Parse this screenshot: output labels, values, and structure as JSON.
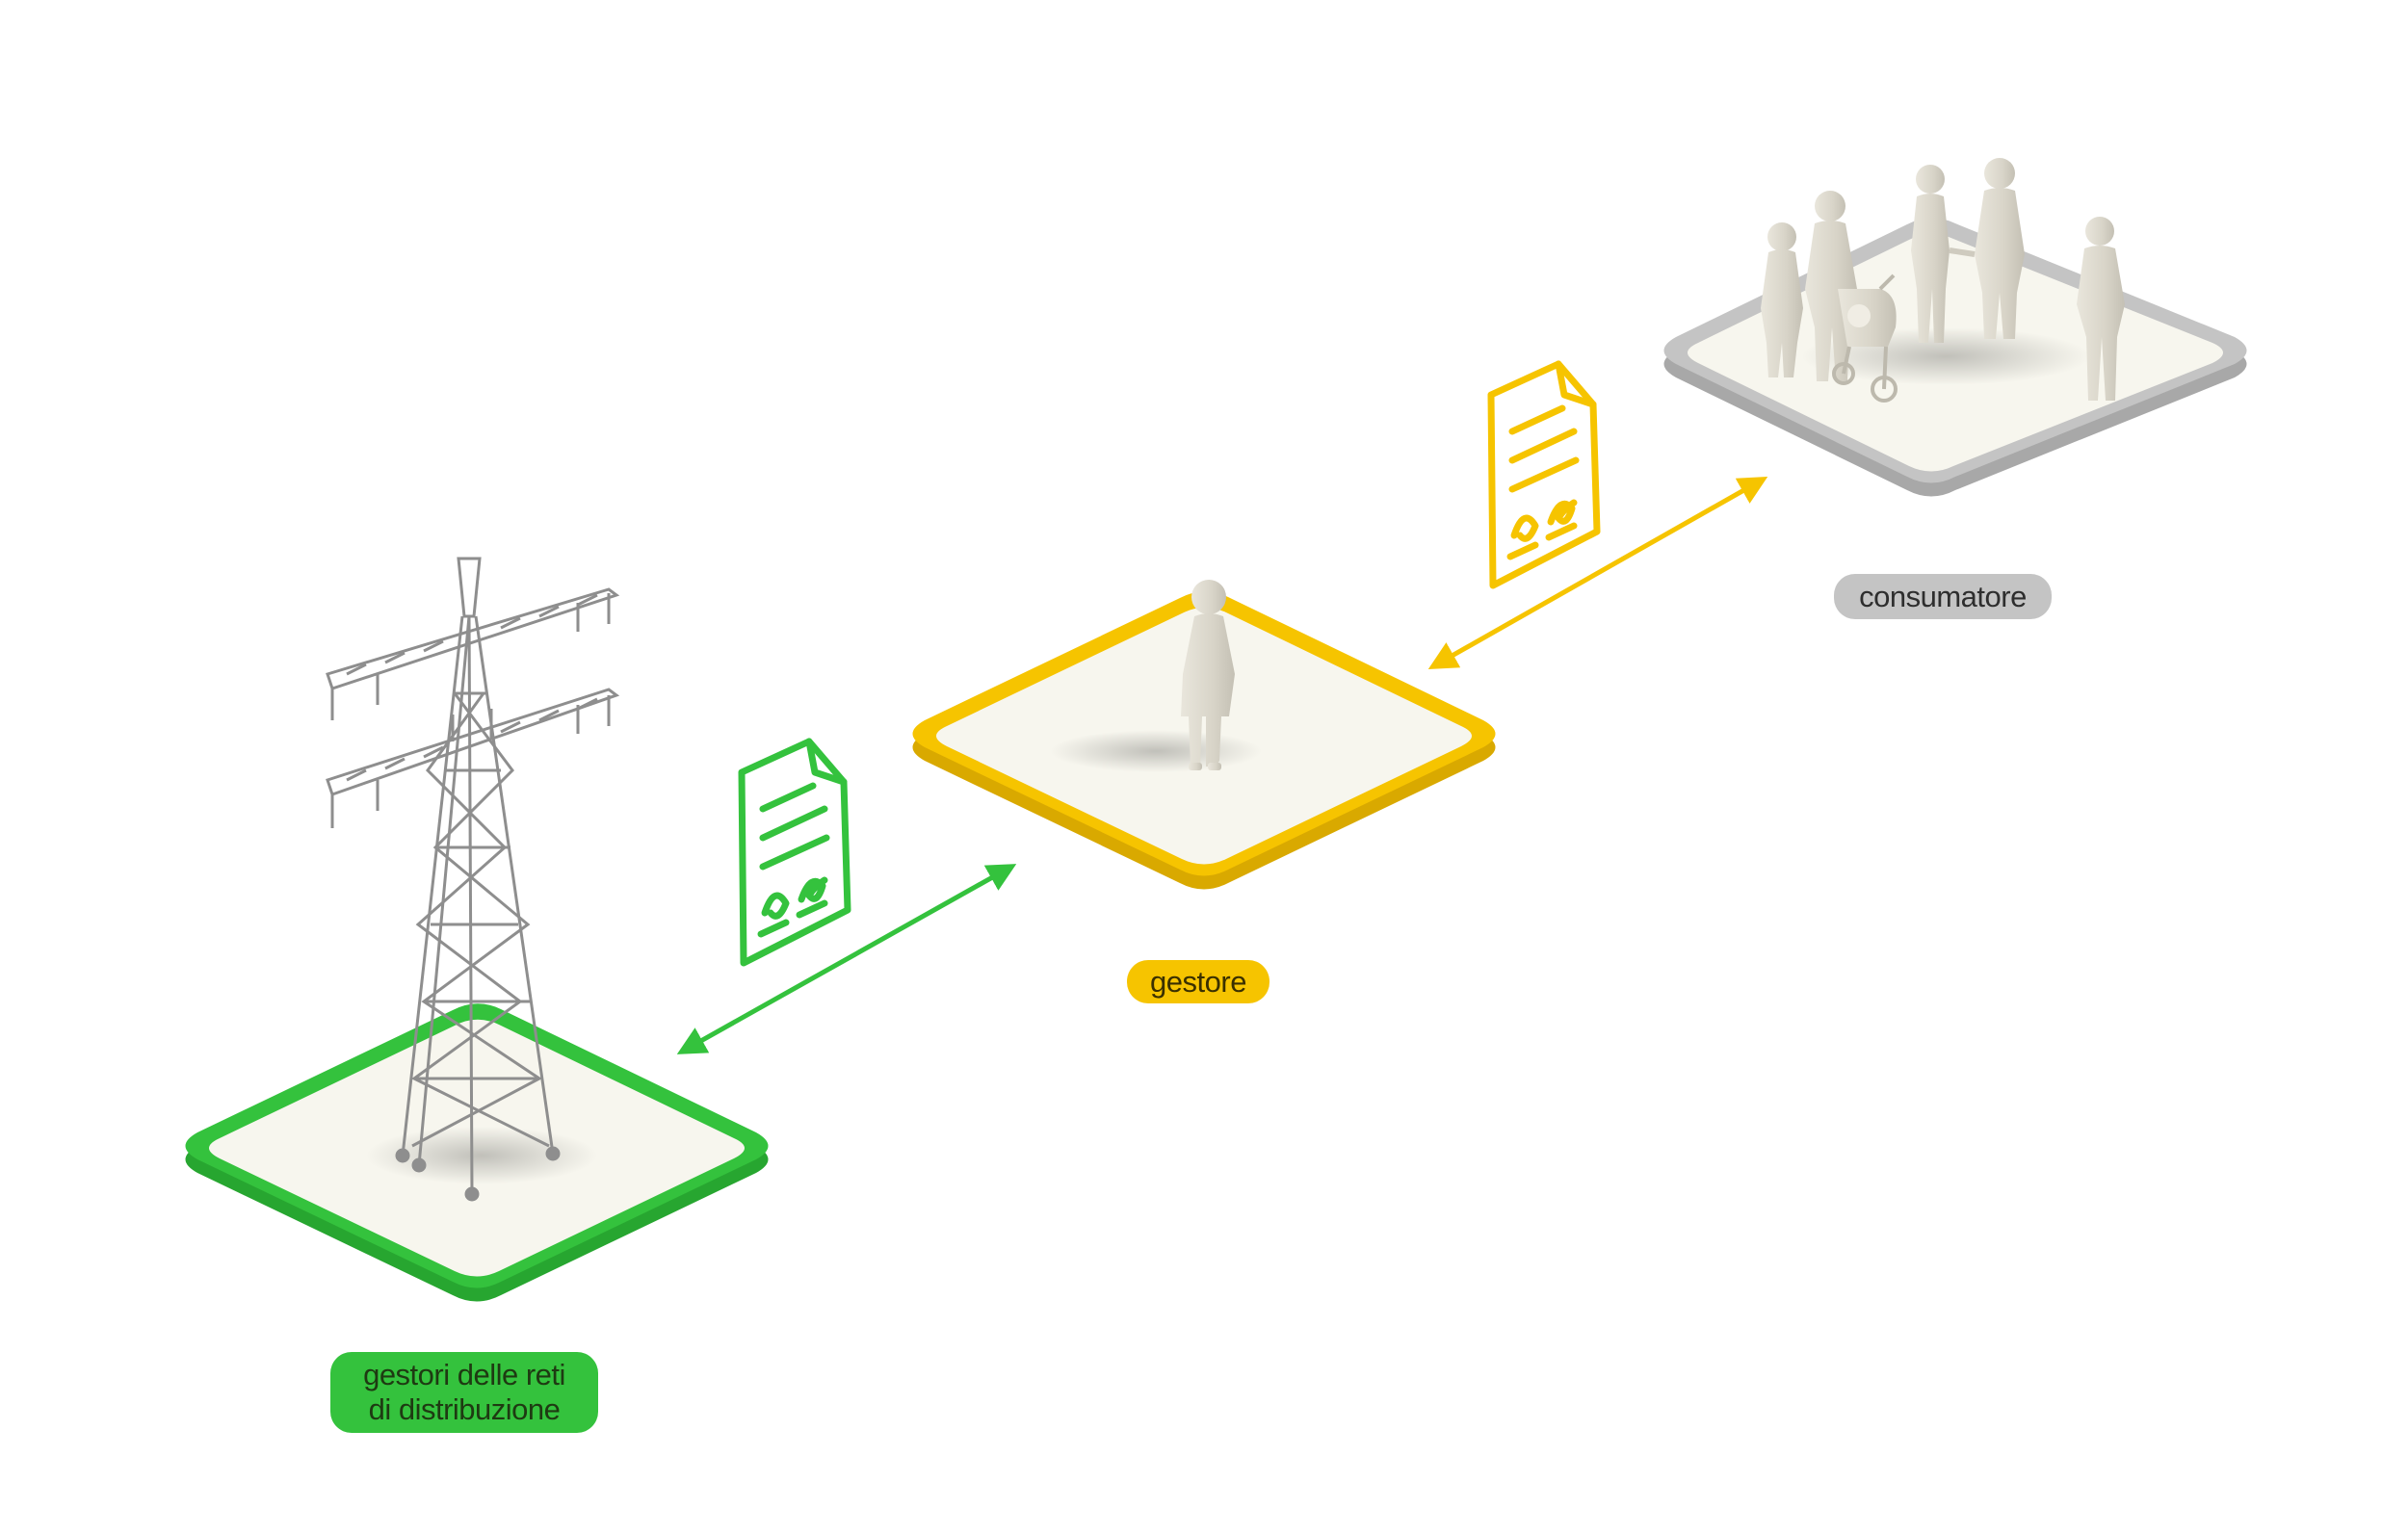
{
  "colors": {
    "green": "#34c23d",
    "yellow": "#f6c400",
    "grey": "#c4c4c4",
    "platform_fill": "#f7f6ee",
    "background": "#ffffff"
  },
  "nodes": [
    {
      "id": "grid",
      "label_lines": [
        "gestori delle reti",
        "di distribuzione"
      ],
      "color": "green",
      "depicts": "electricity-pylon"
    },
    {
      "id": "gestore",
      "label": "gestore",
      "color": "yellow",
      "depicts": "single-person"
    },
    {
      "id": "consumatore",
      "label": "consumatore",
      "color": "grey",
      "depicts": "group-of-people"
    }
  ],
  "edges": [
    {
      "from": "grid",
      "to": "gestore",
      "direction": "bidirectional",
      "color": "green",
      "icon": "signed-contract-icon"
    },
    {
      "from": "gestore",
      "to": "consumatore",
      "direction": "bidirectional",
      "color": "yellow",
      "icon": "signed-contract-icon"
    }
  ]
}
